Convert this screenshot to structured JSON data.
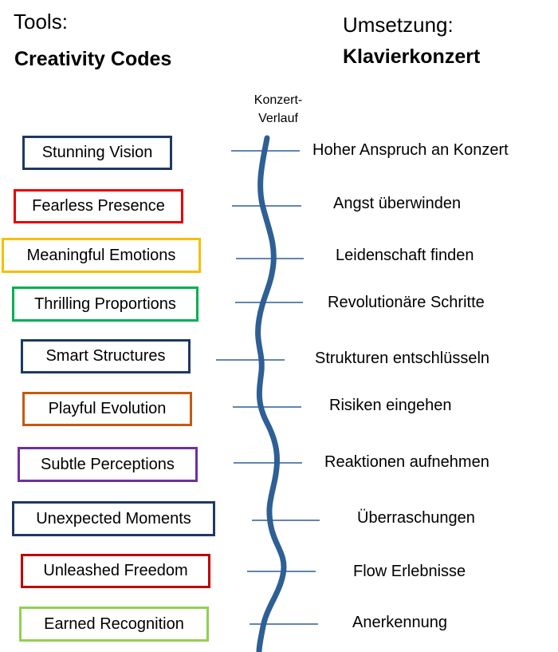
{
  "left_header": {
    "label": "Tools:",
    "title": "Creativity Codes"
  },
  "right_header": {
    "label": "Umsetzung:",
    "title": "Klavierkonzert"
  },
  "timeline": {
    "label_line1": "Konzert-",
    "label_line2": "Verlauf",
    "line_color": "#2e5f95",
    "tick_color": "#2e5f95"
  },
  "codes": [
    {
      "label": "Stunning Vision",
      "color": "#1f3864"
    },
    {
      "label": "Fearless Presence",
      "color": "#e60000"
    },
    {
      "label": "Meaningful Emotions",
      "color": "#f5c000"
    },
    {
      "label": "Thrilling Proportions",
      "color": "#00b050"
    },
    {
      "label": "Smart Structures",
      "color": "#1f3864"
    },
    {
      "label": "Playful Evolution",
      "color": "#c55a11"
    },
    {
      "label": "Subtle Perceptions",
      "color": "#7030a0"
    },
    {
      "label": "Unexpected Moments",
      "color": "#1f3864"
    },
    {
      "label": "Unleashed Freedom",
      "color": "#c00000"
    },
    {
      "label": "Earned Recognition",
      "color": "#92d050"
    }
  ],
  "implementations": [
    "Hoher Anspruch an Konzert",
    "Angst überwinden",
    "Leidenschaft finden",
    "Revolutionäre Schritte",
    "Strukturen entschlüsseln",
    "Risiken eingehen",
    "Reaktionen aufnehmen",
    "Überraschungen",
    "Flow Erlebnisse",
    "Anerkennung"
  ]
}
